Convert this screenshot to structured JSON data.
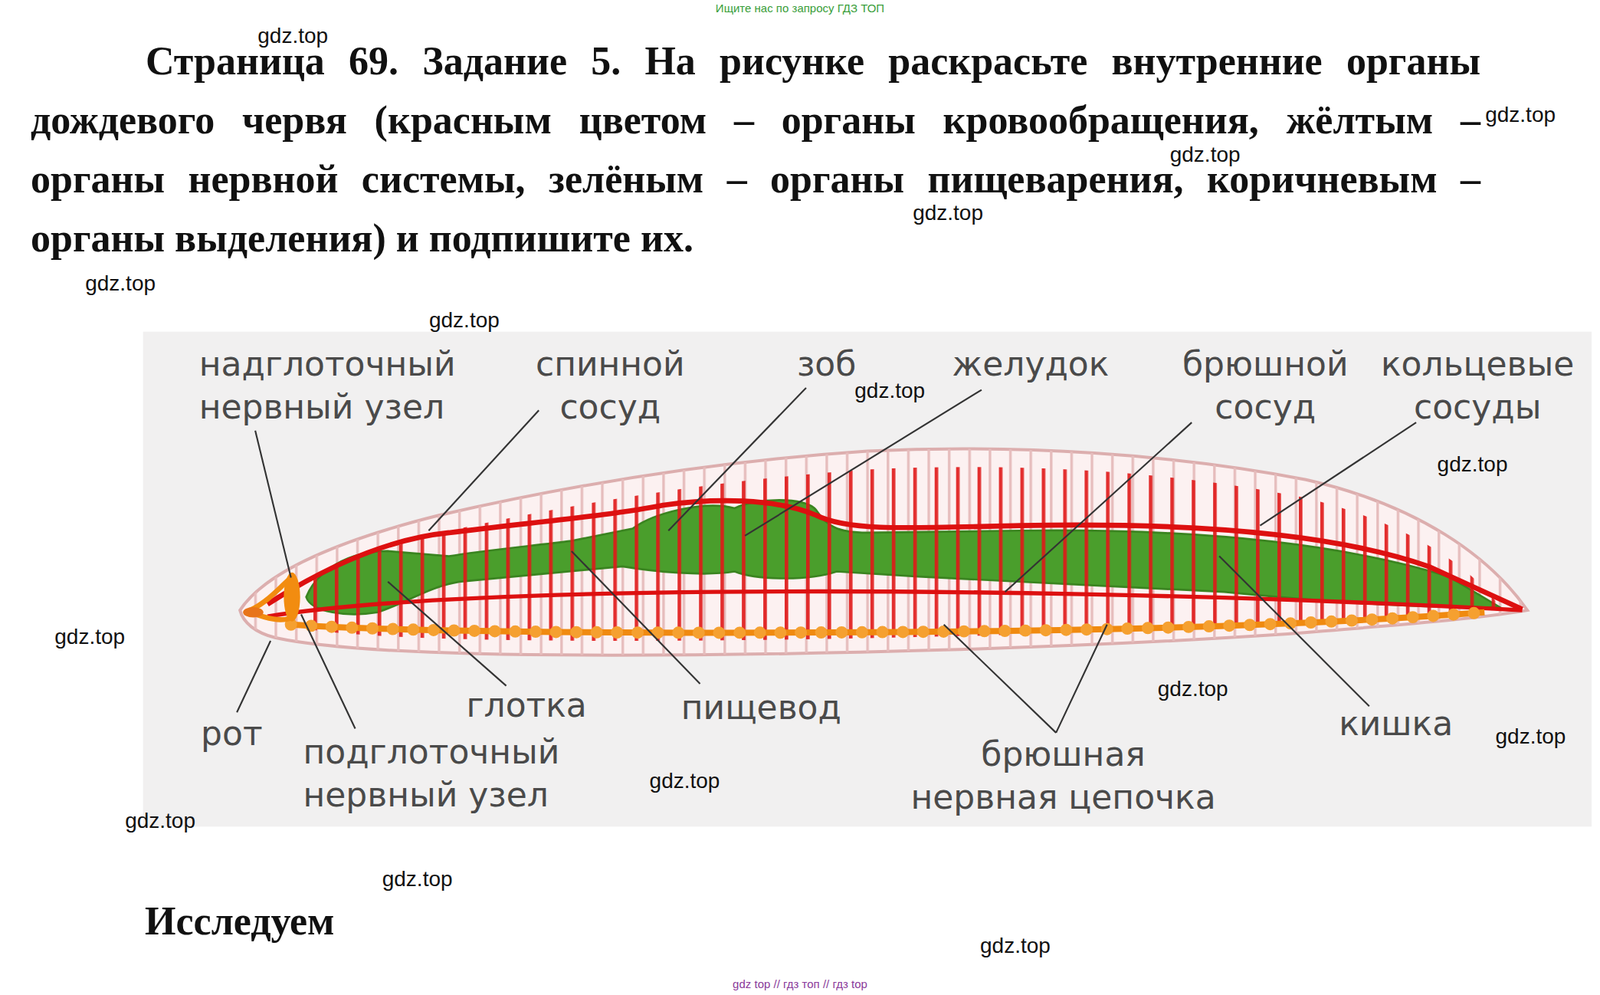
{
  "diagram": {
    "title": "Страница 69. Задание 5. На рисунке раскрасьте внутренние органы дождевого червя (красным цветом – органы кровообращения, жёлтым – органы нервной системы, зелёным – органы пищеварения, коричневым – органы выделения) и подпишите их.",
    "labels": [
      "Ищите нас по запросу ГДЗ ТОП",
      "gdz.top",
      "gdz.top",
      "gdz.top",
      "gdz.top",
      "gdz.top",
      "gdz.top",
      "надглоточный нервный узел",
      "спинной сосуд",
      "зоб",
      "gdz.top",
      "желудок",
      "брюшной сосуд",
      "кольцевые сосуды",
      "gdz.top",
      "gdz.top",
      "глотка",
      "gdz.top",
      "пищевод",
      "рот",
      "кишка",
      "подглоточный нервный узел",
      "брюшная нервная цепочка",
      "gdz.top",
      "gdz.top",
      "gdz.top",
      "gdz.top",
      "Исследуем",
      "gdz.top",
      "gdz top // гдз топ // гдз top"
    ]
  }
}
